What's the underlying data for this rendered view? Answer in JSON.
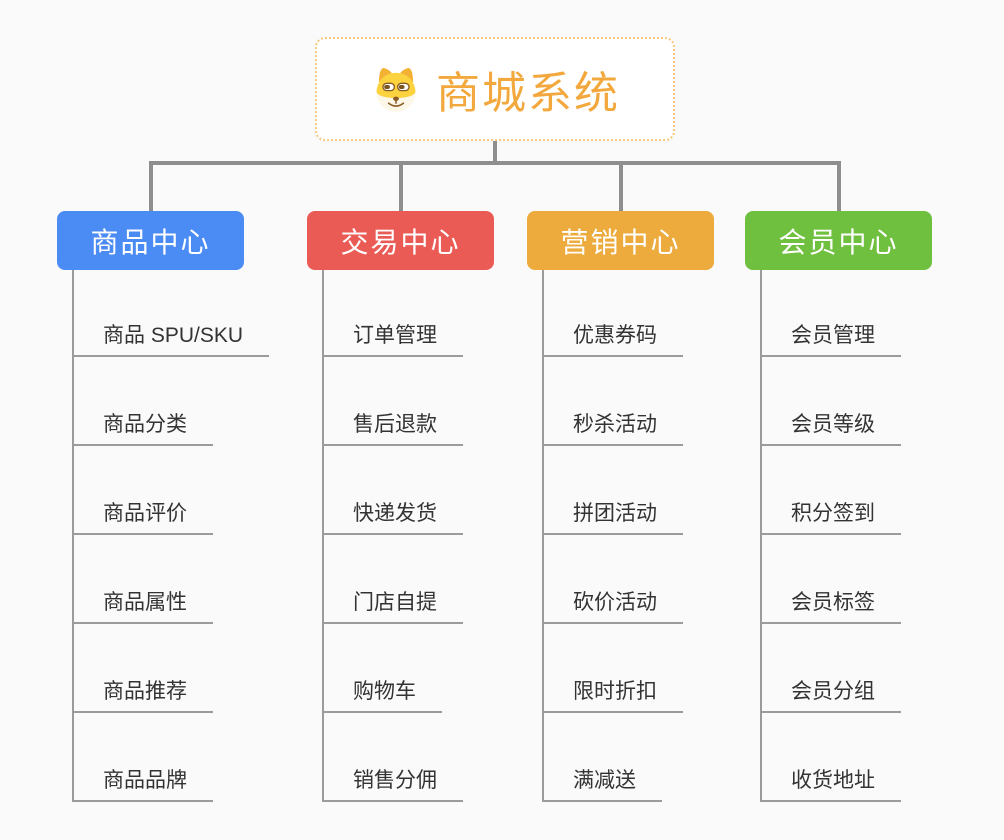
{
  "diagram": {
    "root": {
      "title": "商城系统",
      "icon": "dog-face-icon"
    },
    "branches": [
      {
        "label": "商品中心",
        "color": "#4b8bf4",
        "children": [
          "商品 SPU/SKU",
          "商品分类",
          "商品评价",
          "商品属性",
          "商品推荐",
          "商品品牌"
        ]
      },
      {
        "label": "交易中心",
        "color": "#ea5b55",
        "children": [
          "订单管理",
          "售后退款",
          "快递发货",
          "门店自提",
          "购物车",
          "销售分佣"
        ]
      },
      {
        "label": "营销中心",
        "color": "#ecab3c",
        "children": [
          "优惠券码",
          "秒杀活动",
          "拼团活动",
          "砍价活动",
          "限时折扣",
          "满减送"
        ]
      },
      {
        "label": "会员中心",
        "color": "#70c040",
        "children": [
          "会员管理",
          "会员等级",
          "积分签到",
          "会员标签",
          "会员分组",
          "收货地址"
        ]
      }
    ],
    "colors": {
      "background": "#fafafa",
      "connector": "#8e8e8e",
      "underline": "#9b9b9b",
      "child_text": "#333333",
      "root_text": "#f2a83c",
      "root_border": "#f6c97f",
      "root_background": "#ffffff"
    }
  }
}
